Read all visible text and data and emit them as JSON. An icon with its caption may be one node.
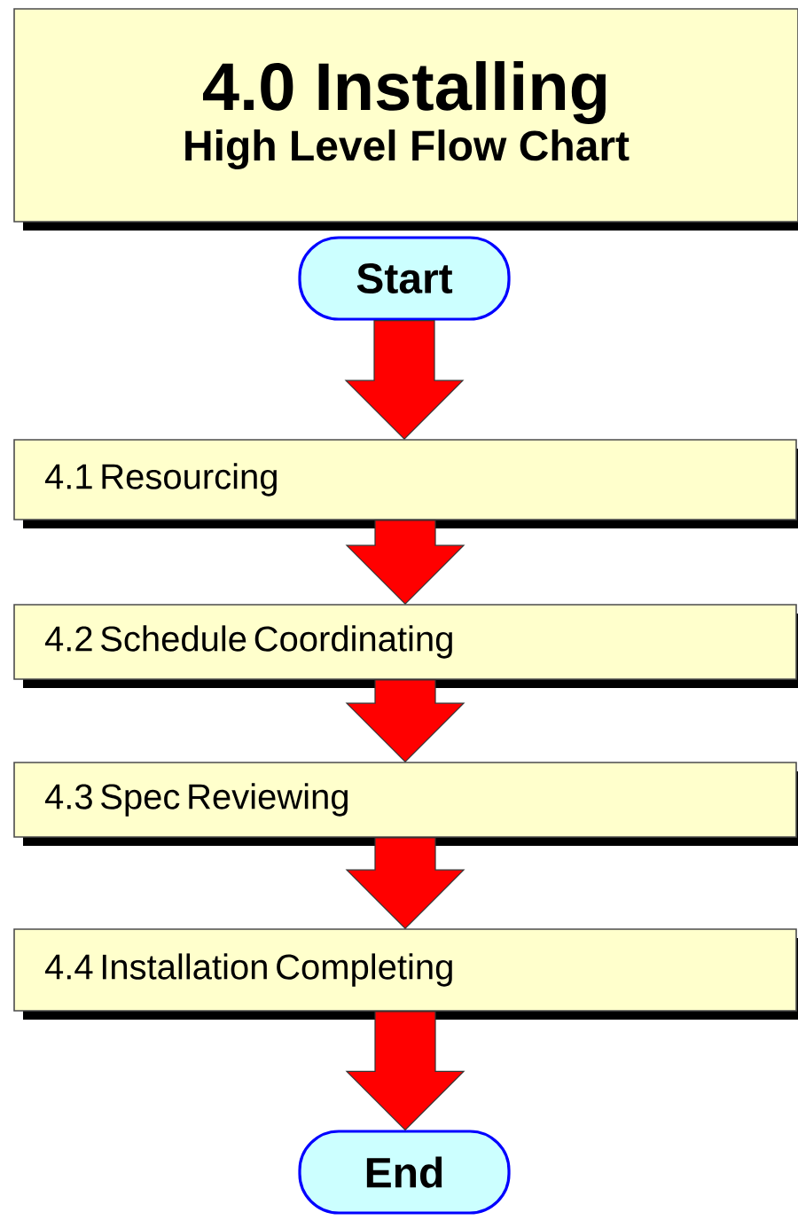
{
  "diagram": {
    "nodes": [
      {
        "text": [
          "4.0  Installing",
          "High Level Flow Chart"
        ]
      },
      {
        "text": [
          "Start"
        ]
      },
      {
        "text": [
          "4.1  Resourcing"
        ]
      },
      {
        "text": [
          "4.2  Schedule Coordinating"
        ]
      },
      {
        "text": [
          "4.3  Spec Reviewing"
        ]
      },
      {
        "text": [
          "4.4  Installation Completing"
        ]
      },
      {
        "text": [
          "End"
        ]
      }
    ],
    "edges": [
      {
        "from": 1,
        "to": 2,
        "arrow": "to"
      },
      {
        "from": 2,
        "to": 3,
        "arrow": "to"
      },
      {
        "from": 3,
        "to": 4,
        "arrow": "to"
      },
      {
        "from": 4,
        "to": 5,
        "arrow": "to"
      },
      {
        "from": 5,
        "to": 6,
        "arrow": "to"
      }
    ]
  }
}
